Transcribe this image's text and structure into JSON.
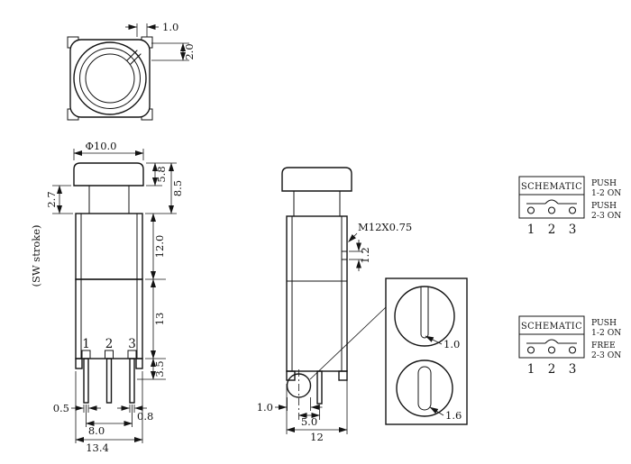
{
  "sheet": {
    "bg": "#ffffff",
    "ink": "#141414"
  },
  "top_view": {
    "dim_tab_width": "1.0",
    "dim_tab_depth": "2.0"
  },
  "front_view": {
    "dim_cap_diameter": "Φ10.0",
    "dim_cap_height": "5.8",
    "dim_cap_to_body": "8.5",
    "dim_stroke": "2.7",
    "stroke_label": "(SW stroke)",
    "dim_upper_body_height": "12.0",
    "dim_lower_body_height": "13",
    "dim_pin_shoulder": "3.5",
    "pin_labels": [
      "1",
      "2",
      "3"
    ],
    "dim_pin_thickness": "0.5",
    "dim_pin_pitch": "8.0",
    "dim_pin_width": "0.8",
    "dim_body_width": "13.4"
  },
  "side_view": {
    "thread_spec": "M12X0.75",
    "dim_groove": "1.2",
    "dim_peg_width": "1.0",
    "dim_peg_offset": "5.0",
    "dim_body_depth": "12"
  },
  "detail_view": {
    "dim_slot_width": "1.0",
    "dim_oval_width": "1.6"
  },
  "schematics": [
    {
      "title": "SCHEMATIC",
      "pins": [
        "1",
        "2",
        "3"
      ],
      "states": [
        {
          "action": "PUSH",
          "result": "1-2 ON"
        },
        {
          "action": "PUSH",
          "result": "2-3 ON"
        }
      ]
    },
    {
      "title": "SCHEMATIC",
      "pins": [
        "1",
        "2",
        "3"
      ],
      "states": [
        {
          "action": "PUSH",
          "result": "1-2 ON"
        },
        {
          "action": "FREE",
          "result": "2-3 ON"
        }
      ]
    }
  ]
}
